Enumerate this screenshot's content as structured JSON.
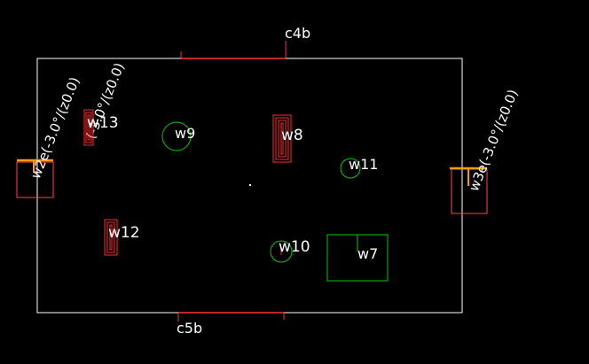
{
  "colors": {
    "background": "#000000",
    "outline": "#ffffff",
    "rect_element": "#ff2a2a",
    "circle_element": "#00cc00",
    "box_element": "#00cc00",
    "side_marker": "#ff9900",
    "side_box": "#ff4444",
    "edge_marker": "#ff3333",
    "text": "#ffffff"
  },
  "labels": {
    "top_edge": "c4b",
    "bottom_edge": "c5b",
    "w7": "w7",
    "w8": "w8",
    "w9": "w9",
    "w10": "w10",
    "w11": "w11",
    "w12": "w12",
    "w13": "w13",
    "left_side": "w2e(-3.0°/(z0.0)",
    "right_side": "w3e(-3.0°/(z0.0)",
    "top_left_rotated": "(-3.0°/(z0.0)"
  }
}
